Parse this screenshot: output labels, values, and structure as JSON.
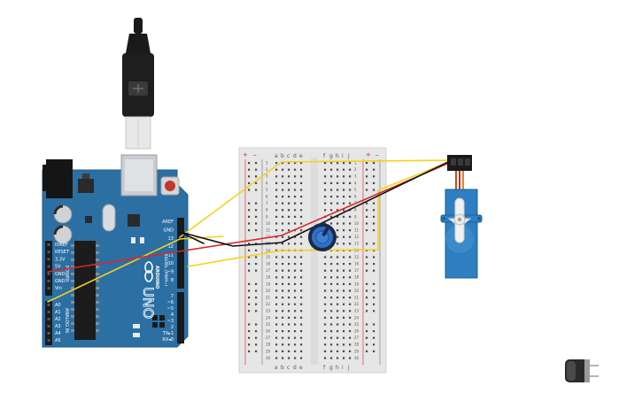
{
  "arduino": {
    "model_text": "UNO",
    "brand_text": "ARDUINO",
    "power_label": "POWER",
    "analog_label": "ANALOG IN",
    "digital_label": "DIGITAL (PWM~)",
    "tx_label": "TX",
    "rx_label": "RX",
    "power_pins": [
      "IOREF",
      "RESET",
      "3.3V",
      "5V",
      "GND",
      "GND",
      "Vin"
    ],
    "analog_pins": [
      "A0",
      "A1",
      "A2",
      "A3",
      "A4",
      "A5"
    ],
    "digital_pins_top": [
      "AREF",
      "GND",
      "13",
      "12",
      "~11",
      "~10",
      "~9",
      "8"
    ],
    "digital_pins_bottom": [
      "7",
      "~6",
      "~5",
      "4",
      "~3",
      "2",
      "TX▸1",
      "RX◂0"
    ]
  },
  "breadboard": {
    "columns_left": [
      "a",
      "b",
      "c",
      "d",
      "e"
    ],
    "columns_right": [
      "f",
      "g",
      "h",
      "i",
      "j"
    ],
    "rows": 30,
    "plus": "+",
    "minus": "–"
  },
  "colors": {
    "board_blue": "#2c6fa3",
    "wire_red": "#d42a2a",
    "wire_black": "#111111",
    "wire_yellow": "#f2d21b",
    "servo_blue": "#2d7fc1",
    "breadboard": "#e9e9e9"
  },
  "components": {
    "usb_cable_icon": "usb-cable-icon",
    "potentiometer_icon": "potentiometer-icon",
    "servo_icon": "servo-motor-icon",
    "capacitor_icon": "capacitor-icon"
  }
}
